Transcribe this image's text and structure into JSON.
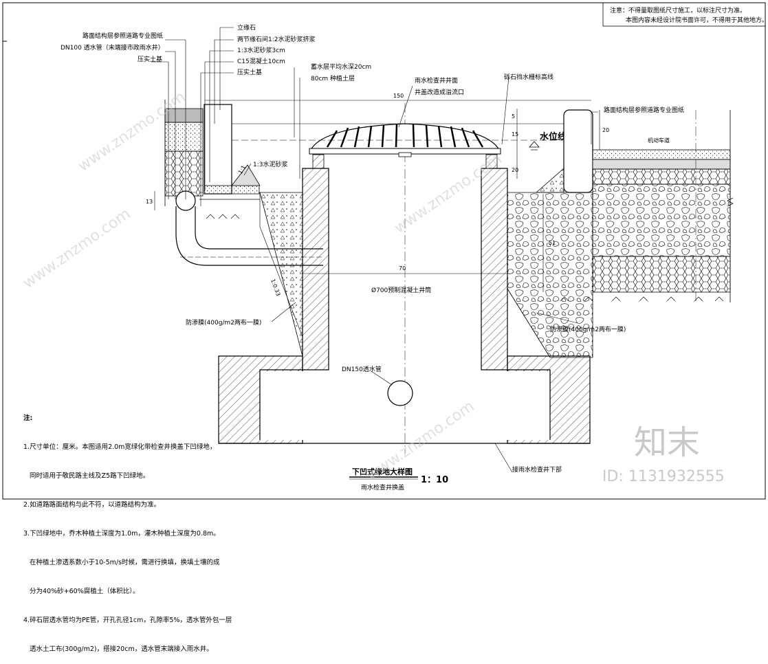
{
  "top_note": {
    "line1": "注意：不得量取图纸尺寸施工，以标注尺寸为准。",
    "line2": "本图内容未经设计院书面许可，不得用于其他地方。"
  },
  "left_labels": [
    "路面结构层参照道路专业图纸",
    "DN100 透水管（末端接市政雨水井）",
    "压实土基"
  ],
  "curb_labels": [
    "立缘石",
    "两节缘石间1:2水泥砂浆挤浆",
    "1:3水泥砂浆3cm",
    "C15混凝土10cm",
    "压实土基"
  ],
  "storage_labels": [
    "蓄水层平均水深20cm",
    "80cm 种植土层"
  ],
  "grate_labels": [
    "雨水检查井井面",
    "井盖改造成溢流口"
  ],
  "edging_label": "砾石挡水栅标高线",
  "right_label": "路面结构层参照道路专业图纸",
  "lane_label": "机动车道",
  "water_line": "水位线",
  "mortar_label": "1:3水泥砂浆",
  "slope_top": "1:1",
  "slope_side": "1:0.33",
  "membrane_left": "防渗膜(400g/m2两布一膜)",
  "membrane_right": "防渗膜(400g/m2两布一膜)",
  "pipe_label": "DN150透水管",
  "shaft_label": "Ø700预制混凝土井筒",
  "connect_label": "接雨水检查井下部",
  "dims": {
    "width150": "150",
    "width70": "70",
    "d5": "5",
    "d15": "15",
    "d20a": "20",
    "d20b": "20",
    "d13": "13",
    "d51": "51"
  },
  "notes": {
    "title": "注:",
    "lines": [
      "1.尺寸单位：厘米。本图适用2.0m宽绿化带检查井换盖下凹绿地，",
      "   同时适用于敬民路主线及Z5路下凹绿地。",
      "2.如道路路面结构与此不符，以道路结构为准。",
      "3.下凹绿地中，乔木种植土深度为1.0m，灌木种植土深度为0.8m。",
      "   在种植土渗透系数小于10-5m/s时候，需进行换填，换填土壤的成",
      "   分为40%砂+60%腐植土（体积比）。",
      "4.碎石层透水管均为PE管，开孔孔径1cm，孔隙率5%，透水管外包一层",
      "   透水土工布(300g/m2)，搭接20cm，透水管末端接入雨水井。"
    ]
  },
  "title_block": {
    "title": "下凹式绿地大样图",
    "scale": "1：10",
    "subtitle": "雨水检查井换盖"
  },
  "watermark": {
    "logo": "知末",
    "id": "ID: 1131932555",
    "site": "www.znzmo.com"
  }
}
